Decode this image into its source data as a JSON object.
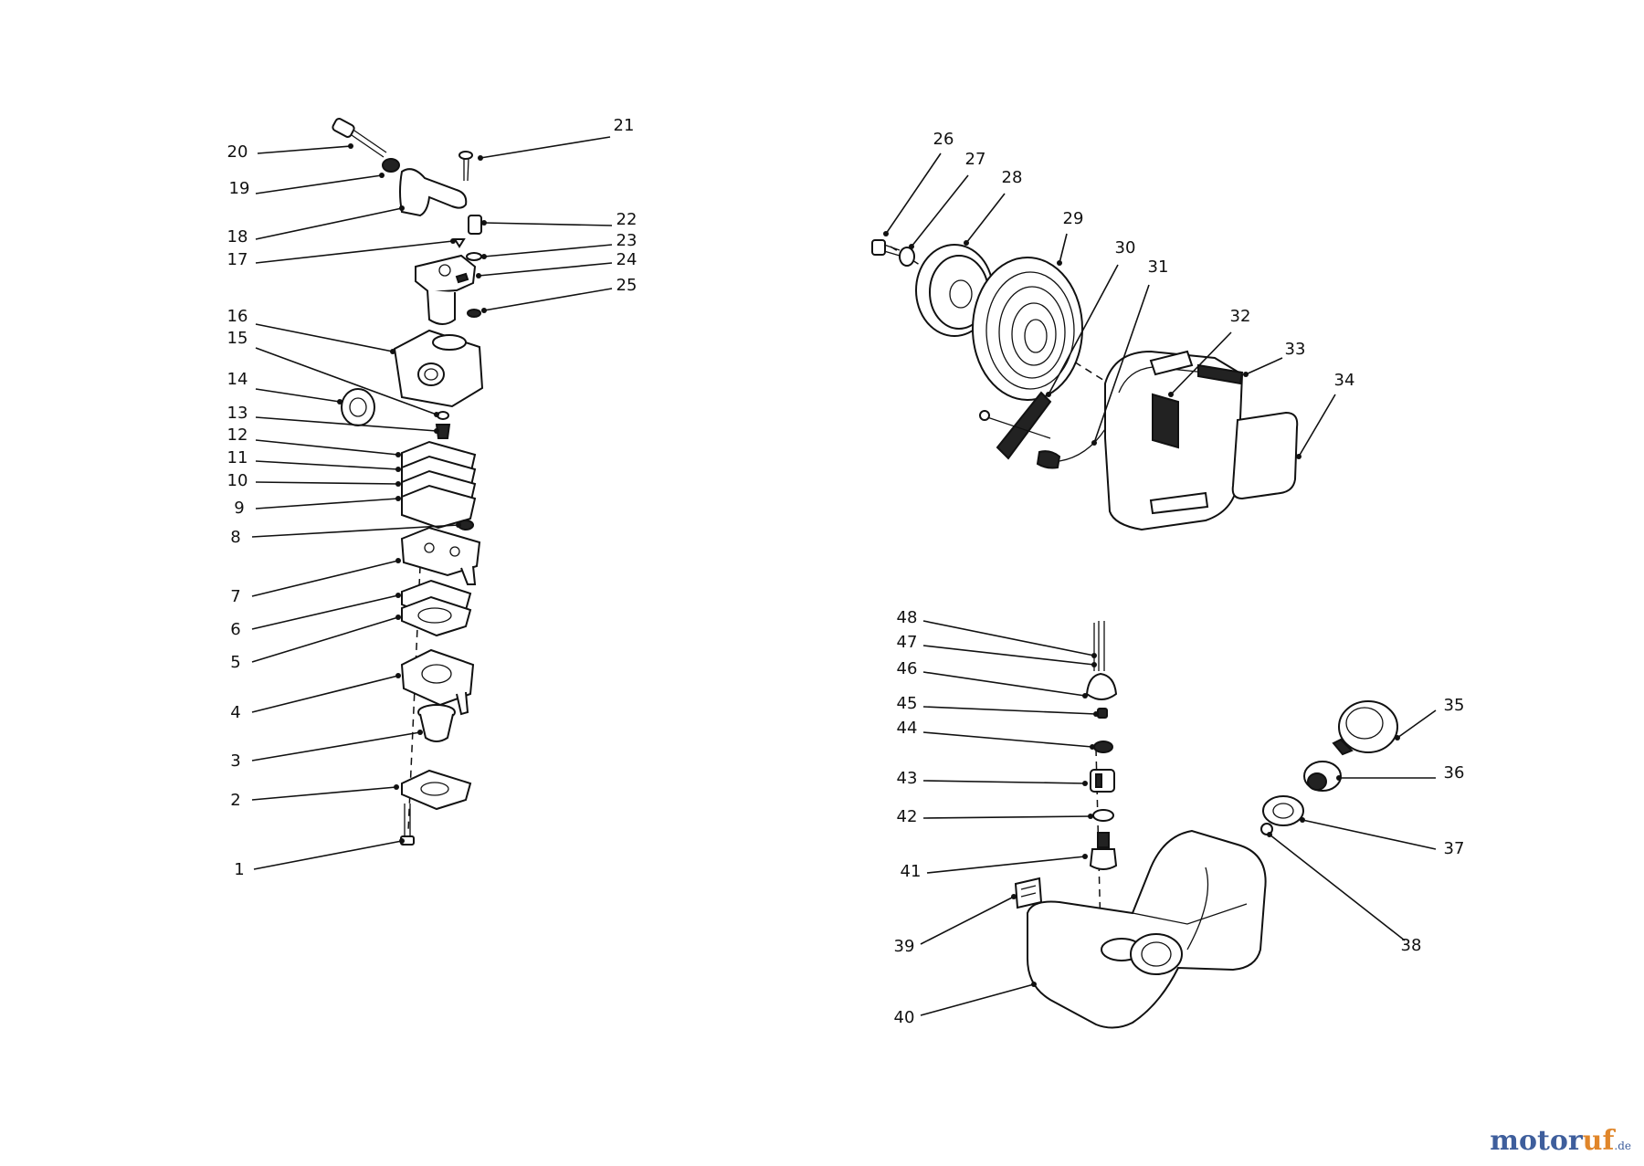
{
  "callouts": [
    {
      "n": "1"
    },
    {
      "n": "2"
    },
    {
      "n": "3"
    },
    {
      "n": "4"
    },
    {
      "n": "5"
    },
    {
      "n": "6"
    },
    {
      "n": "7"
    },
    {
      "n": "8"
    },
    {
      "n": "9"
    },
    {
      "n": "10"
    },
    {
      "n": "11"
    },
    {
      "n": "12"
    },
    {
      "n": "13"
    },
    {
      "n": "14"
    },
    {
      "n": "15"
    },
    {
      "n": "16"
    },
    {
      "n": "17"
    },
    {
      "n": "18"
    },
    {
      "n": "19"
    },
    {
      "n": "20"
    },
    {
      "n": "21"
    },
    {
      "n": "22"
    },
    {
      "n": "23"
    },
    {
      "n": "24"
    },
    {
      "n": "25"
    },
    {
      "n": "26"
    },
    {
      "n": "27"
    },
    {
      "n": "28"
    },
    {
      "n": "29"
    },
    {
      "n": "30"
    },
    {
      "n": "31"
    },
    {
      "n": "32"
    },
    {
      "n": "33"
    },
    {
      "n": "34"
    },
    {
      "n": "35"
    },
    {
      "n": "36"
    },
    {
      "n": "37"
    },
    {
      "n": "38"
    },
    {
      "n": "39"
    },
    {
      "n": "40"
    },
    {
      "n": "41"
    },
    {
      "n": "42"
    },
    {
      "n": "43"
    },
    {
      "n": "44"
    },
    {
      "n": "45"
    },
    {
      "n": "46"
    },
    {
      "n": "47"
    },
    {
      "n": "48"
    }
  ],
  "watermark": {
    "text_a": "motor",
    "text_b": "uf",
    "text_c": ".de",
    "color_a": "#3e5e9c",
    "color_b": "#e0862a"
  }
}
